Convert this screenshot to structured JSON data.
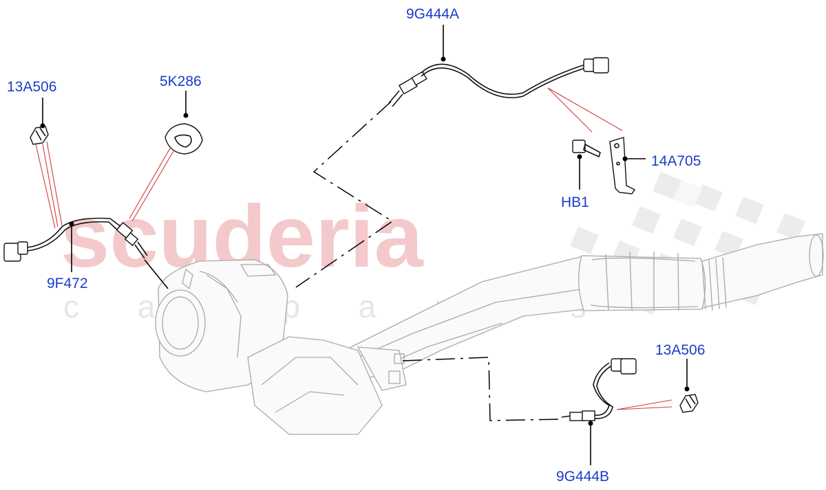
{
  "watermark": {
    "brand": "scuderia",
    "sub": "c a r p a r t s"
  },
  "callouts": {
    "c1": "13A506",
    "c2": "5K286",
    "c3": "9G444A",
    "c4": "14A705",
    "c5": "HB1",
    "c6": "9F472",
    "c7": "13A506",
    "c8": "9G444B"
  },
  "colors": {
    "callout": "#1a3cc8",
    "watermark": "#f3c9cc",
    "leader_red": "#d23a3a",
    "line_art": "#a9a9a9"
  }
}
